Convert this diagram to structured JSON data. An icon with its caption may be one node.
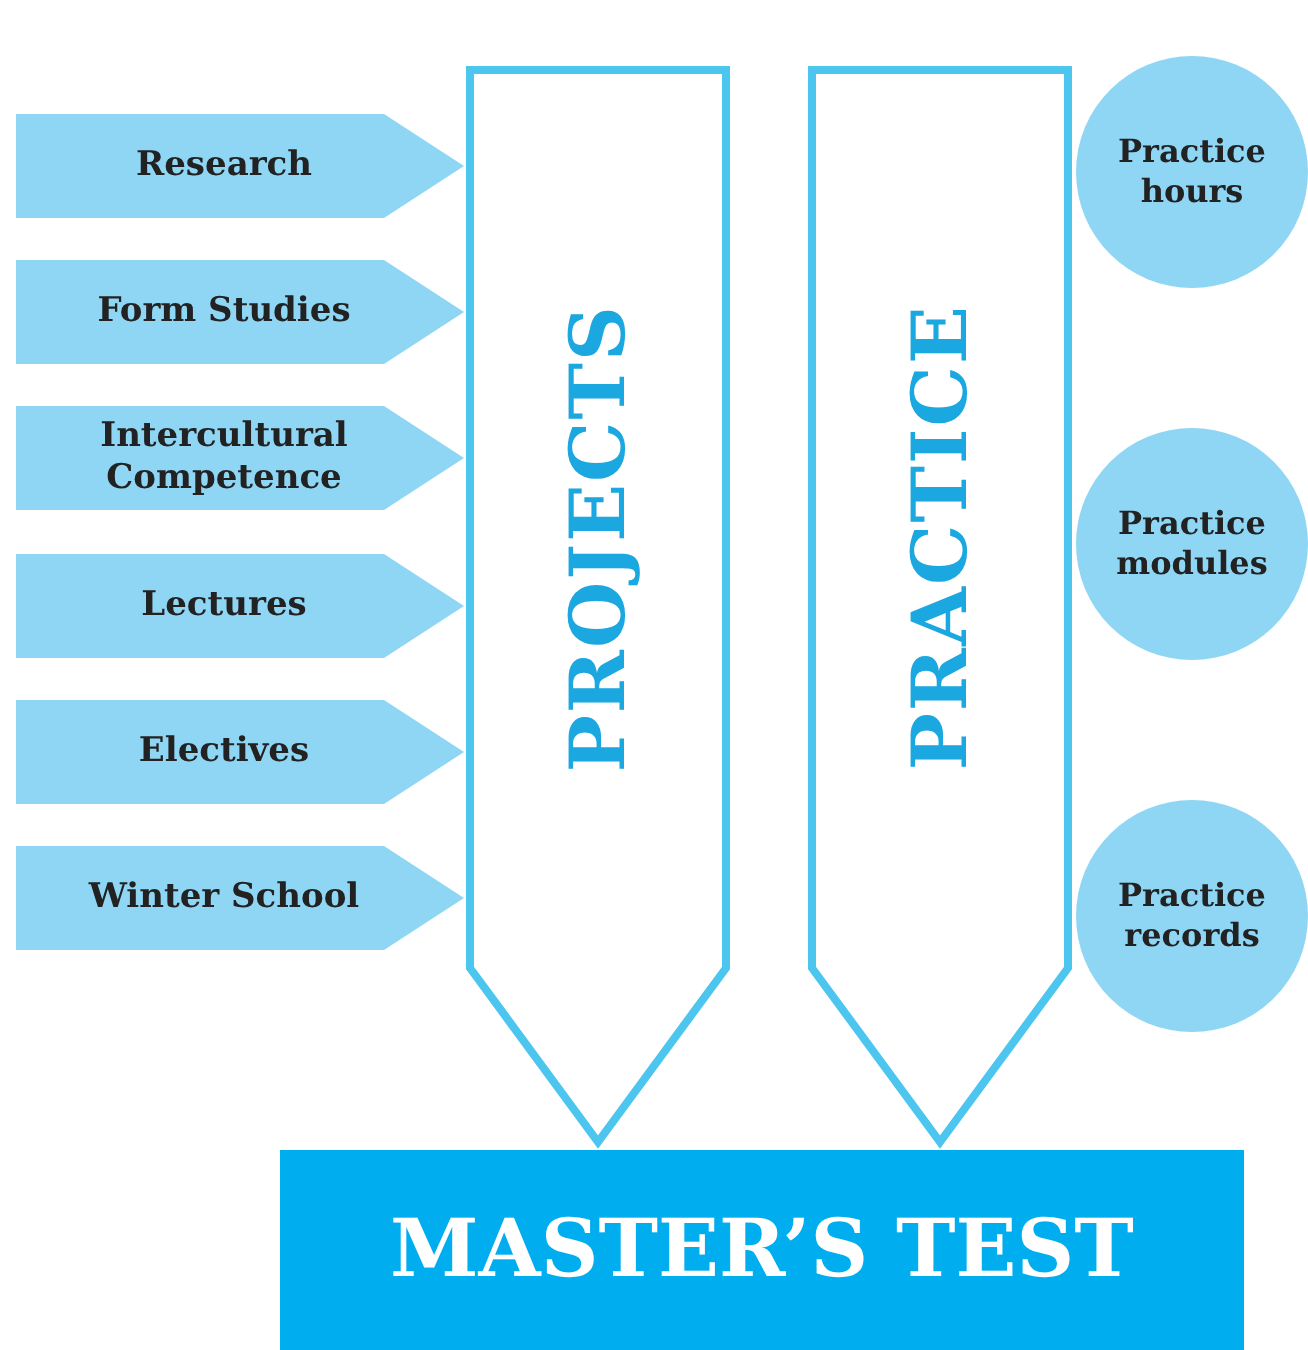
{
  "diagram": {
    "nodes": [
      {
        "text": [
          "Research"
        ]
      },
      {
        "text": [
          "Form Studies"
        ]
      },
      {
        "text": [
          "Intercultural Competence"
        ]
      },
      {
        "text": [
          "Lectures"
        ]
      },
      {
        "text": [
          "Electives"
        ]
      },
      {
        "text": [
          "Winter School"
        ]
      },
      {
        "text": [
          "PROJECTS"
        ]
      },
      {
        "text": [
          "PRACTICE"
        ]
      },
      {
        "text": [
          "Practice hours"
        ]
      },
      {
        "text": [
          "Practice modules"
        ]
      },
      {
        "text": [
          "Practice records"
        ]
      },
      {
        "text": [
          "MASTER’S TEST"
        ]
      }
    ]
  }
}
